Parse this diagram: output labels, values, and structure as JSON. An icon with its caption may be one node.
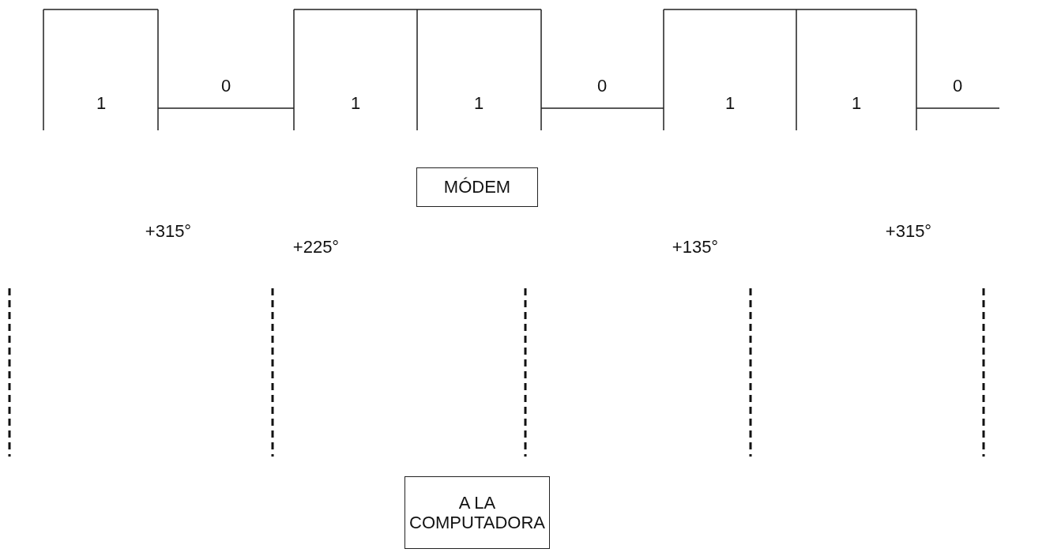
{
  "diagram": {
    "nodes": [
      {
        "text": [
          "MÓDEM"
        ]
      },
      {
        "text": [
          "A LA COMPUTADORA"
        ]
      }
    ],
    "labels": [
      "1",
      "0",
      "1",
      "1",
      "0",
      "1",
      "1",
      "0",
      "+315°",
      "+225°",
      "+135°",
      "+315°"
    ]
  }
}
